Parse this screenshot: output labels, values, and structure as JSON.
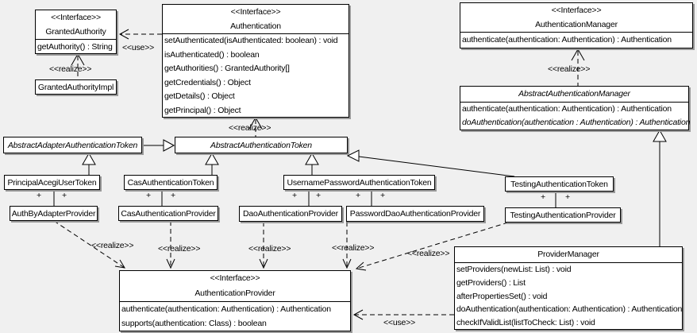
{
  "classes": {
    "granted_authority": {
      "stereotype": "<<Interface>>",
      "name": "GrantedAuthority",
      "members": [
        "getAuthority() : String"
      ]
    },
    "granted_authority_impl": {
      "name": "GrantedAuthorityImpl"
    },
    "authentication": {
      "stereotype": "<<Interface>>",
      "name": "Authentication",
      "members": [
        "setAuthenticated(isAuthenticated: boolean) : void",
        "isAuthenticated() : boolean",
        "getAuthorities() : GrantedAuthority[]",
        "getCredentials() : Object",
        "getDetails() : Object",
        "getPrincipal() : Object"
      ]
    },
    "authentication_manager": {
      "stereotype": "<<Interface>>",
      "name": "AuthenticationManager",
      "members": [
        "authenticate(authentication: Authentication) : Authentication"
      ]
    },
    "abstract_authentication_manager": {
      "name": "AbstractAuthenticationManager",
      "members": [
        "authenticate(authentication: Authentication) : Authentication",
        "doAuthentication(authentication : Authentication) : Authentication"
      ]
    },
    "abstract_adapter_authentication_token": {
      "name": "AbstractAdapterAuthenticationToken"
    },
    "abstract_authentication_token": {
      "name": "AbstractAuthenticationToken"
    },
    "principal_acegi_user_token": {
      "name": "PrincipalAcegiUserToken"
    },
    "cas_authentication_token": {
      "name": "CasAuthenticationToken"
    },
    "username_password_authentication_token": {
      "name": "UsernamePasswordAuthenticationToken"
    },
    "testing_authentication_token": {
      "name": "TestingAuthenticationToken"
    },
    "auth_by_adapter_provider": {
      "name": "AuthByAdapterProvider"
    },
    "cas_authentication_provider": {
      "name": "CasAuthenticationProvider"
    },
    "dao_authentication_provider": {
      "name": "DaoAuthenticationProvider"
    },
    "password_dao_authentication_provider": {
      "name": "PasswordDaoAuthenticationProvider"
    },
    "testing_authentication_provider": {
      "name": "TestingAuthenticationProvider"
    },
    "authentication_provider": {
      "stereotype": "<<Interface>>",
      "name": "AuthenticationProvider",
      "members": [
        "authenticate(authentication: Authentication) : Authentication",
        "supports(authentication: Class) : boolean"
      ]
    },
    "provider_manager": {
      "name": "ProviderManager",
      "members": [
        "setProviders(newList: List) : void",
        "getProviders() : List",
        "afterPropertiesSet() : void",
        "doAuthentication(authentication: Authentication) : Authentication",
        "checkIfValidList(listToCheck: List) : void"
      ]
    }
  },
  "edge_labels": {
    "use_granted_authority": "<<use>>",
    "realize_granted_authority_impl": "<<realize>>",
    "realize_abstract_authentication_token": "<<realize>>",
    "realize_abstract_authentication_manager": "<<realize>>",
    "realize_auth_by_adapter_provider": "<<realize>>",
    "realize_cas_authentication_provider": "<<realize>>",
    "realize_dao_authentication_provider": "<<realize>>",
    "realize_password_dao_authentication_provider": "<<realize>>",
    "realize_testing_authentication_provider": "<<realize>>",
    "use_provider_manager": "<<use>>",
    "multiplicity": "+"
  },
  "colors": {
    "background": "#f0f0f0",
    "box_fill": "#ffffff",
    "line": "#000000",
    "shadow": "#999999"
  }
}
